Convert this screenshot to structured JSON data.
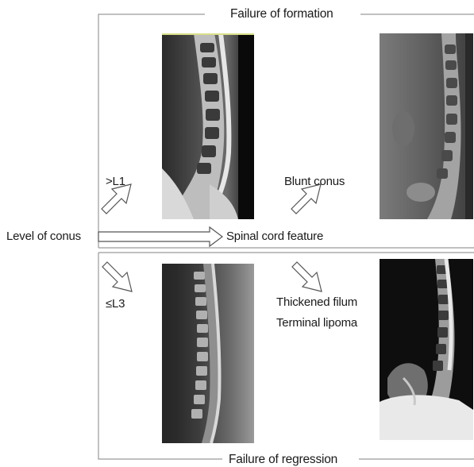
{
  "top_heading": "Failure of formation",
  "bottom_heading": "Failure of regression",
  "axis": {
    "left_label": "Level of conus",
    "right_label": "Spinal cord feature"
  },
  "upper": {
    "level_label": ">L1",
    "feature_label": "Blunt conus"
  },
  "lower": {
    "level_label": "≤L3",
    "feature_lines": [
      "Thickened filum",
      "Terminal lipoma"
    ]
  },
  "colors": {
    "line": "#9a9a9a",
    "arrow_stroke": "#555555",
    "text": "#1a1a1a"
  }
}
